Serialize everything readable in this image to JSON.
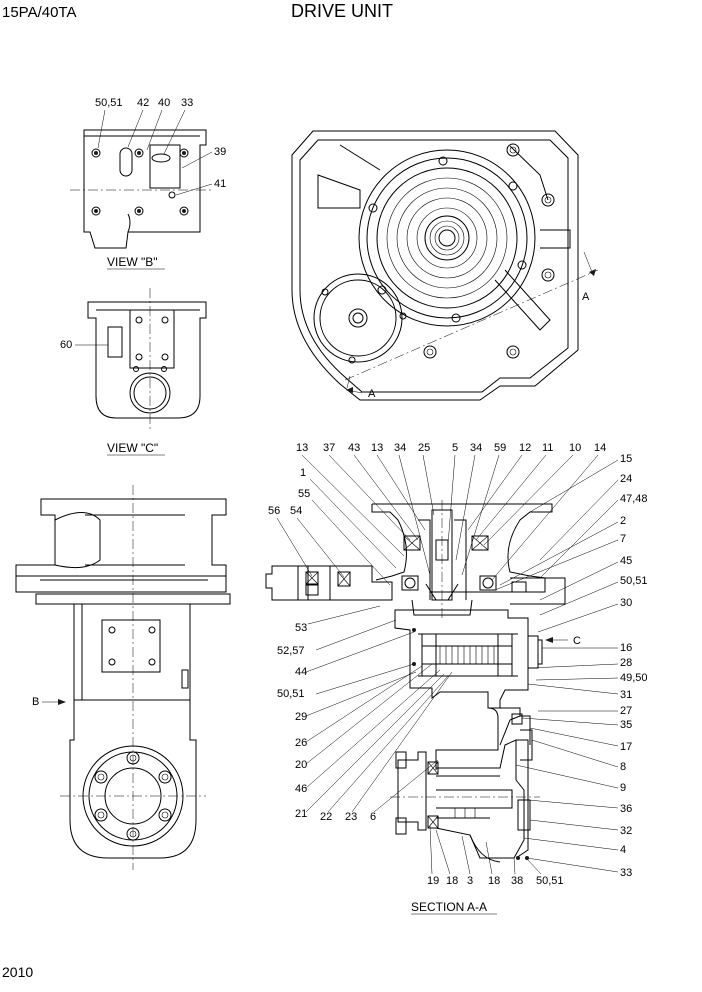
{
  "header": {
    "model": "15PA/40TA",
    "title": "DRIVE UNIT"
  },
  "page_number": "2010",
  "views": {
    "view_b": "VIEW \"B\"",
    "view_c": "VIEW \"C\"",
    "section": "SECTION A-A",
    "arrow_a": "A",
    "arrow_b": "B",
    "arrow_c": "C"
  },
  "labels": {
    "vb_5051": "50,51",
    "vb_42": "42",
    "vb_40": "40",
    "vb_33": "33",
    "vb_39": "39",
    "vb_41": "41",
    "vc_60": "60",
    "s_13a": "13",
    "s_37": "37",
    "s_43": "43",
    "s_13b": "13",
    "s_34a": "34",
    "s_25": "25",
    "s_5": "5",
    "s_34b": "34",
    "s_59": "59",
    "s_12": "12",
    "s_11": "11",
    "s_10": "10",
    "s_14": "14",
    "s_15": "15",
    "s_24": "24",
    "s_4748": "47,48",
    "s_2": "2",
    "s_7": "7",
    "s_45": "45",
    "s_5051r": "50,51",
    "s_30": "30",
    "s_16": "16",
    "s_28": "28",
    "s_4950": "49,50",
    "s_31": "31",
    "s_27": "27",
    "s_35": "35",
    "s_17": "17",
    "s_8": "8",
    "s_9": "9",
    "s_36": "36",
    "s_32": "32",
    "s_4": "4",
    "s_33": "33",
    "s_1": "1",
    "s_55": "55",
    "s_56": "56",
    "s_54": "54",
    "s_53": "53",
    "s_5257": "52,57",
    "s_44": "44",
    "s_5051l": "50,51",
    "s_29": "29",
    "s_26": "26",
    "s_20": "20",
    "s_46": "46",
    "s_21": "21",
    "s_22": "22",
    "s_23": "23",
    "s_6": "6",
    "s_19": "19",
    "s_18a": "18",
    "s_3": "3",
    "s_18b": "18",
    "s_38": "38",
    "s_5051b": "50,51"
  }
}
